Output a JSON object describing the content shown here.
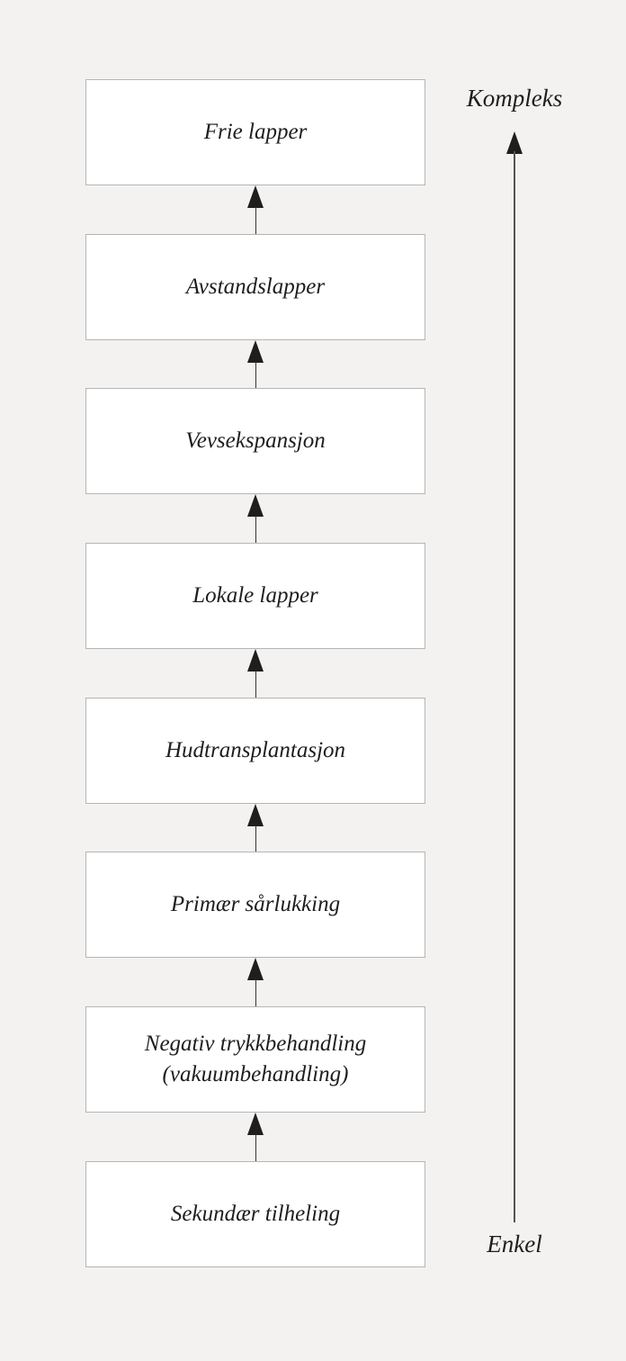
{
  "diagram": {
    "steps": [
      {
        "label": "Frie lapper"
      },
      {
        "label": "Avstandslapper"
      },
      {
        "label": "Vevsekspansjon"
      },
      {
        "label": "Lokale lapper"
      },
      {
        "label": "Hudtransplantasjon"
      },
      {
        "label": "Primær sårlukking"
      },
      {
        "label": "Negativ trykkbehandling\n(vakuumbehandling)"
      },
      {
        "label": "Sekundær tilheling"
      }
    ],
    "axis": {
      "top_label": "Kompleks",
      "bottom_label": "Enkel"
    }
  }
}
